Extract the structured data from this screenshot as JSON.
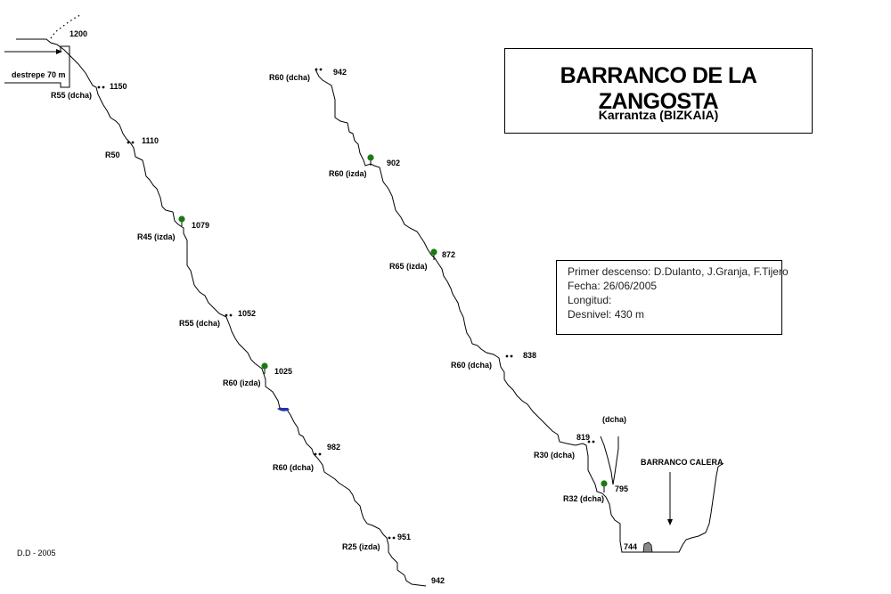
{
  "title": "BARRANCO DE LA ZANGOSTA",
  "subtitle": "Karrantza (BIZKAIA)",
  "info": {
    "lines": [
      "Primer descenso: D.Dulanto, J.Granja, F.Tijero",
      "Fecha: 26/06/2005",
      "Longitud:",
      "Desnivel: 430 m"
    ]
  },
  "footer": "D.D - 2005",
  "altitudes": [
    "1200",
    "1150",
    "1110",
    "1079",
    "1052",
    "1025",
    "982",
    "951",
    "942",
    "942",
    "902",
    "872",
    "838",
    "819",
    "795",
    "744"
  ],
  "rappels": [
    "R55 (dcha)",
    "R50",
    "R45 (izda)",
    "R55 (dcha)",
    "R60 (izda)",
    "R60 (dcha)",
    "R25 (izda)",
    "R60 (dcha)",
    "R60 (izda)",
    "R65 (izda)",
    "R60 (dcha)",
    "R30 (dcha)",
    "R32 (dcha)"
  ],
  "notes": {
    "downclimb": "destrepe 70 m",
    "side_branch": "(dcha)",
    "tributary": "BARRANCO CALERA"
  },
  "colors": {
    "line": "#000000",
    "tree": "#1a7a12",
    "pool": "#2233aa",
    "rock": "#888888"
  }
}
